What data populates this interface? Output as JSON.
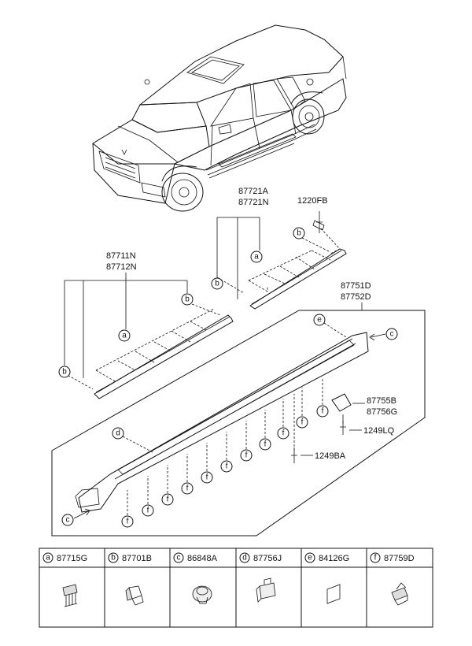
{
  "part_labels": {
    "lbl_87721": [
      "87721A",
      "87721N"
    ],
    "lbl_1220FB": "1220FB",
    "lbl_87711": [
      "87711N",
      "87712N"
    ],
    "lbl_87751": [
      "87751D",
      "87752D"
    ],
    "lbl_87755": [
      "87755B",
      "87756G"
    ],
    "lbl_1249LQ": "1249LQ",
    "lbl_1249BA": "1249BA"
  },
  "callouts": {
    "a": "a",
    "b": "b",
    "c": "c",
    "d": "d",
    "e": "e",
    "f": "f"
  },
  "legend": [
    {
      "key": "a",
      "part": "87715G",
      "icon": "push-clip-icon"
    },
    {
      "key": "b",
      "part": "87701B",
      "icon": "square-clip-icon"
    },
    {
      "key": "c",
      "part": "86848A",
      "icon": "round-grommet-icon"
    },
    {
      "key": "d",
      "part": "87756J",
      "icon": "tab-clip-icon"
    },
    {
      "key": "e",
      "part": "84126G",
      "icon": "pad-icon"
    },
    {
      "key": "f",
      "part": "87759D",
      "icon": "rivet-clip-icon"
    }
  ]
}
